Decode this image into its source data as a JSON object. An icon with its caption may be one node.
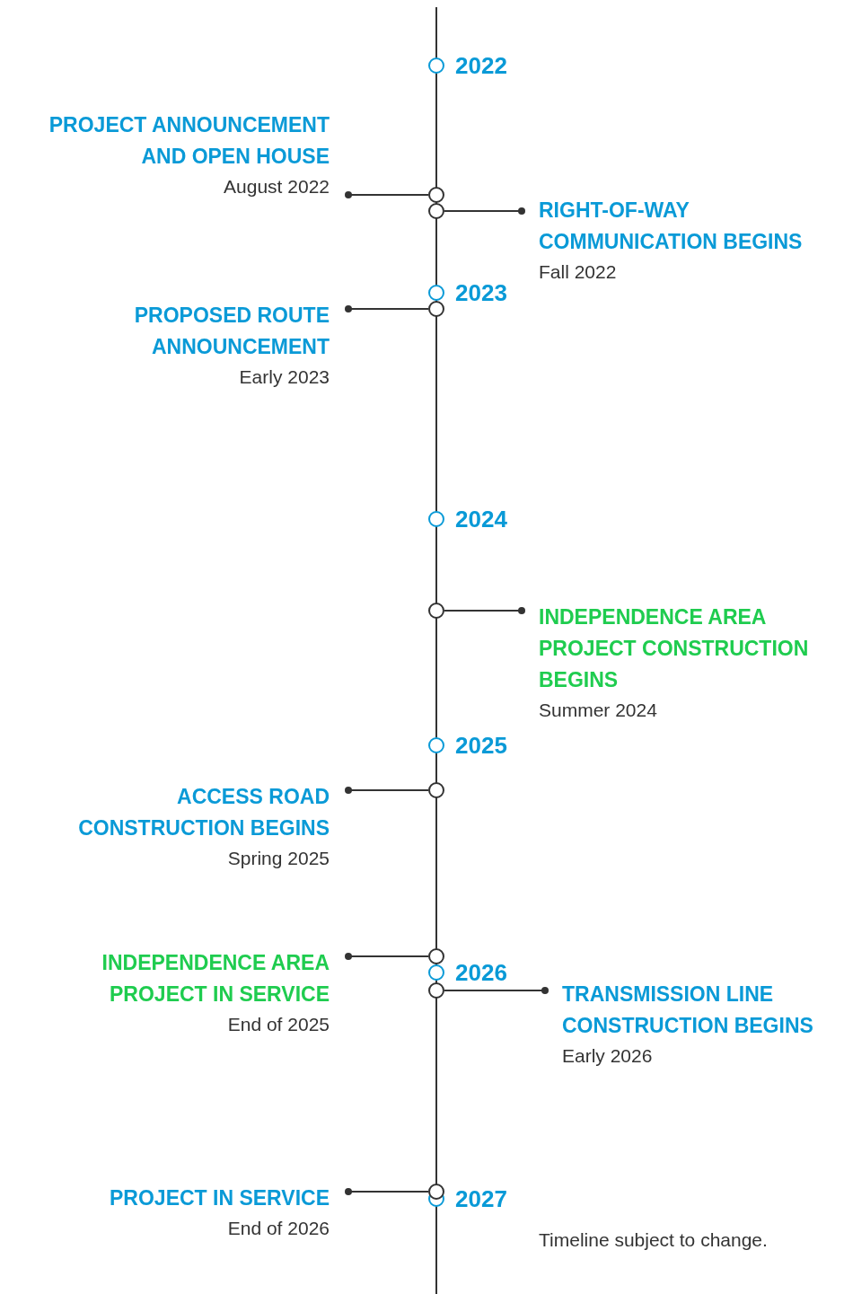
{
  "diagram": {
    "nodes": [
      {
        "text": [
          "PROJECT ANNOUNCEMENT AND OPEN HOUSE",
          "August 2022"
        ]
      },
      {
        "text": [],
        "shape": "circle"
      },
      {
        "text": [],
        "shape": "circle"
      },
      {
        "text": [
          "RIGHT-OF-WAY COMMUNICATION BEGINS",
          "Fall 2022"
        ]
      },
      {
        "text": [
          "PROPOSED ROUTE ANNOUNCEMENT",
          "Early 2023"
        ]
      },
      {
        "text": [],
        "shape": "circle"
      },
      {
        "text": [],
        "shape": "circle"
      },
      {
        "text": [
          "INDEPENDENCE AREA PROJECT CONSTRUCTION BEGINS",
          "Summer 2024"
        ]
      },
      {
        "text": [
          "ACCESS ROAD CONSTRUCTION BEGINS",
          "Spring 2025"
        ]
      },
      {
        "text": [],
        "shape": "circle"
      },
      {
        "text": [
          "INDEPENDENCE AREA PROJECT IN SERVICE",
          "End of 2025"
        ]
      },
      {
        "text": [],
        "shape": "circle"
      },
      {
        "text": [],
        "shape": "circle"
      },
      {
        "text": [
          "TRANSMISSION LINE CONSTRUCTION BEGINS",
          "Early 2026"
        ]
      },
      {
        "text": [
          "PROJECT IN SERVICE",
          "End of 2026"
        ]
      },
      {
        "text": [],
        "shape": "circle"
      }
    ],
    "edges": [
      {
        "from": 0,
        "to": 1,
        "arrow": "other"
      },
      {
        "from": 3,
        "to": 2,
        "arrow": "other"
      },
      {
        "from": 4,
        "to": 5,
        "arrow": "other"
      },
      {
        "from": 7,
        "to": 6,
        "arrow": "other"
      },
      {
        "from": 8,
        "to": 9,
        "arrow": "other"
      },
      {
        "from": 10,
        "to": 11,
        "arrow": "other"
      },
      {
        "from": 13,
        "to": 12,
        "arrow": "other"
      },
      {
        "from": 14,
        "to": 15,
        "arrow": "other"
      }
    ],
    "labels": [
      "2022",
      "2023",
      "2024",
      "2025",
      "2026",
      "2027",
      "Timeline subject to change."
    ]
  }
}
